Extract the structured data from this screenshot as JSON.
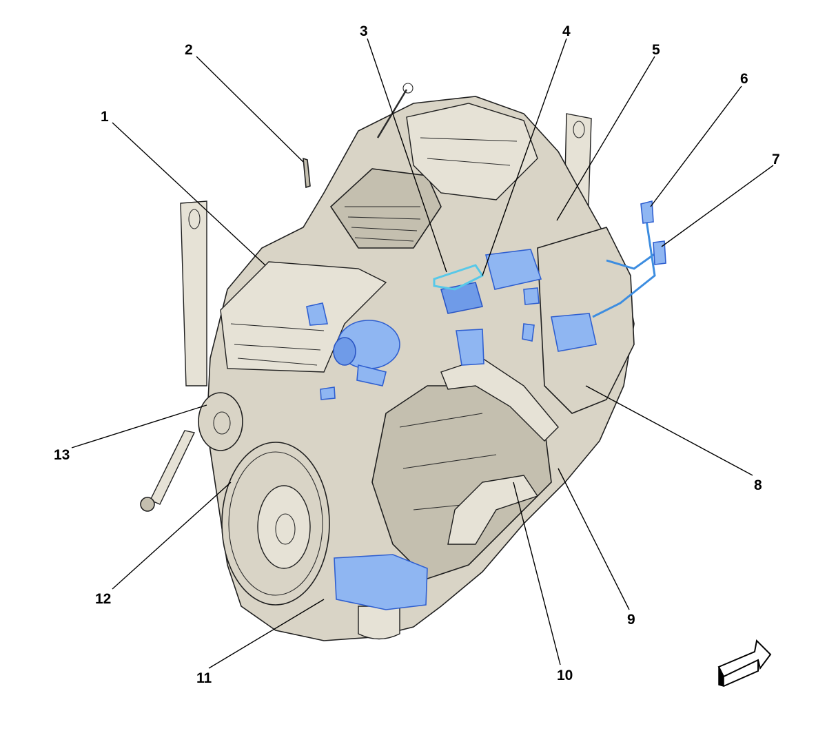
{
  "callouts": [
    {
      "id": "1",
      "label": "1"
    },
    {
      "id": "2",
      "label": "2"
    },
    {
      "id": "3",
      "label": "3"
    },
    {
      "id": "4",
      "label": "4"
    },
    {
      "id": "5",
      "label": "5"
    },
    {
      "id": "6",
      "label": "6"
    },
    {
      "id": "7",
      "label": "7"
    },
    {
      "id": "8",
      "label": "8"
    },
    {
      "id": "9",
      "label": "9"
    },
    {
      "id": "10",
      "label": "10"
    },
    {
      "id": "11",
      "label": "11"
    },
    {
      "id": "12",
      "label": "12"
    },
    {
      "id": "13",
      "label": "13"
    }
  ],
  "colors": {
    "engine_body": "#d9d4c6",
    "outline": "#1f1f1f",
    "highlighted_parts": "#8fb6f2",
    "highlight_stroke": "#2f5fd0",
    "harness_cyan": "#58c8e8",
    "background": "#ffffff"
  },
  "icons": {
    "orientation_arrow": "direction-arrow-icon"
  }
}
